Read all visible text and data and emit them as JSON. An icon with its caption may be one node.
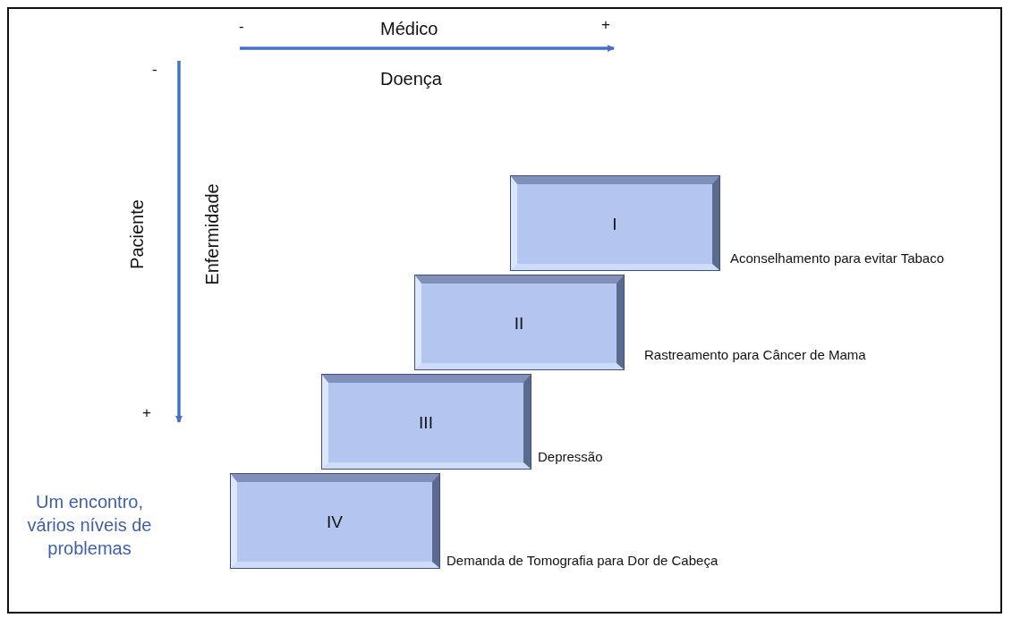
{
  "diagram": {
    "nodes": [
      {
        "text": [
          "I"
        ],
        "beside": [
          "Aconselhamento para evitar Tabaco"
        ]
      },
      {
        "text": [
          "II"
        ],
        "beside": [
          "Rastreamento para Câncer de Mama"
        ]
      },
      {
        "text": [
          "III"
        ],
        "beside": [
          "Depressão"
        ]
      },
      {
        "text": [
          "IV"
        ],
        "beside": [
          "Demanda de Tomografia para Dor de Cabeça"
        ]
      }
    ],
    "edges": [],
    "labels": [
      "-",
      "Médico",
      "+",
      "Doença",
      "-",
      "Paciente",
      "Enfermidade",
      "+",
      "Um encontro, vários níveis de problemas"
    ]
  }
}
